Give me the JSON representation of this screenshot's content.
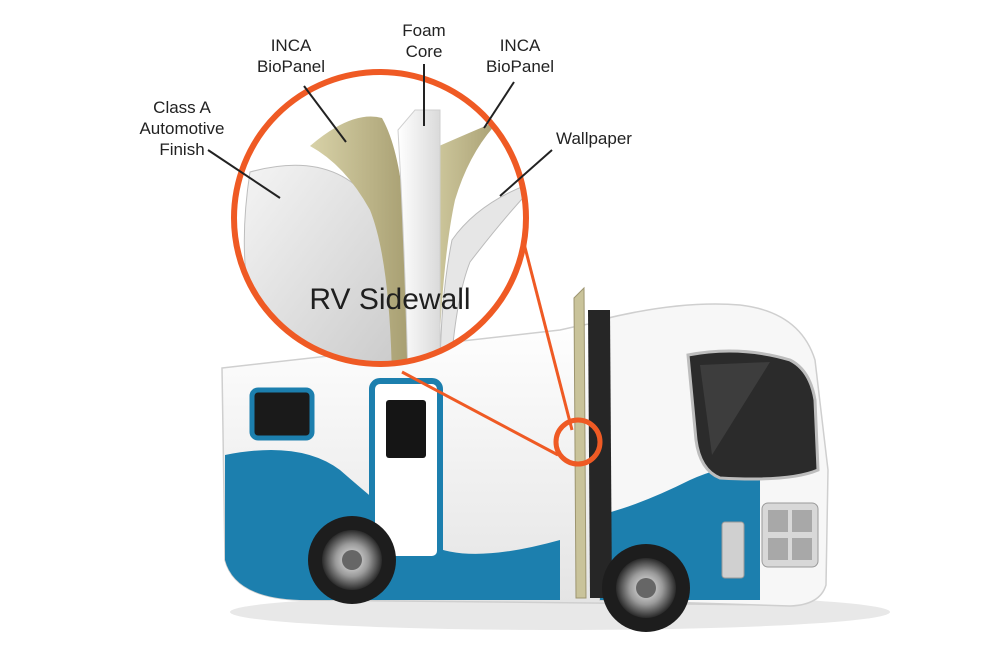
{
  "diagram": {
    "callout_title": "RV Sidewall",
    "labels": {
      "finish": [
        "Class A",
        "Automotive",
        "Finish"
      ],
      "biopanel_left": [
        "INCA",
        "BioPanel"
      ],
      "foam": [
        "Foam",
        "Core"
      ],
      "biopanel_right": [
        "INCA",
        "BioPanel"
      ],
      "wallpaper": [
        "Wallpaper"
      ]
    },
    "colors": {
      "callout_ring": "#ef5a24",
      "rv_blue": "#1c7fae",
      "biopanel": "#c9c39a",
      "foam": "#ececec",
      "finish": "#d9d9d9"
    }
  }
}
